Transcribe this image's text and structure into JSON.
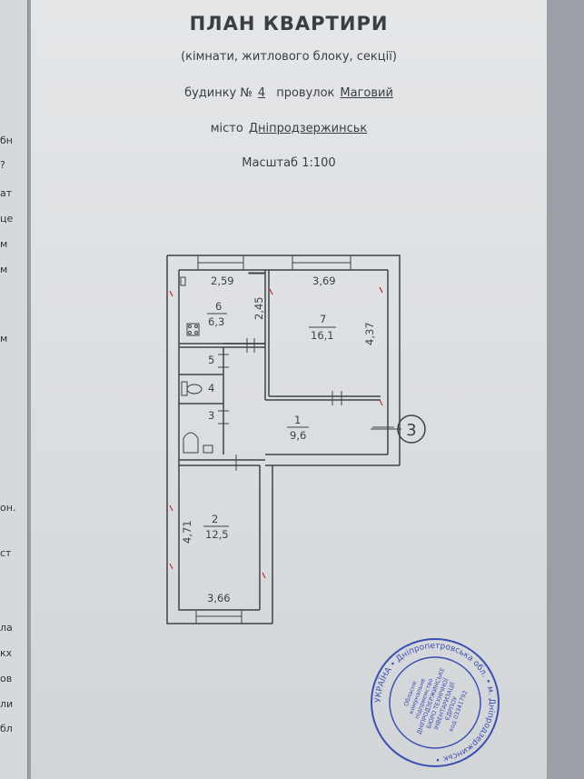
{
  "document": {
    "title": "ПЛАН КВАРТИРИ",
    "subtitle": "(кімнати, житлового блоку, секції)",
    "house_prefix": "будинку №",
    "house_number": "4",
    "street_prefix": "провулок",
    "street_name": "Маговий",
    "city_prefix": "місто",
    "city_name": "Дніпродзержинськ",
    "scale": "Масштаб 1:100"
  },
  "plan": {
    "rooms": [
      {
        "number": "6",
        "area": "6,3"
      },
      {
        "number": "7",
        "area": "16,1"
      },
      {
        "number": "5"
      },
      {
        "number": "4"
      },
      {
        "number": "3"
      },
      {
        "number": "1",
        "area": "9,6"
      },
      {
        "number": "2",
        "area": "12,5"
      }
    ],
    "dimensions": [
      "2,59",
      "3,69",
      "2,45",
      "4,37",
      "4,71",
      "3,66"
    ],
    "section_marker": "3"
  },
  "left_page_fragments": [
    "бн",
    "?",
    "ат",
    "це",
    "м",
    "м",
    "м",
    "он.",
    "ст",
    "ла",
    "кх",
    "ов",
    "ли",
    "бл"
  ],
  "stamp": {
    "text": "УКРАЇНА • Дніпропетровська обл. • м. Дніпродзержинськ •",
    "inner": [
      "Обласне",
      "комунальне",
      "підприємство",
      "ДНІПРОДЗЕРЖИНСЬКЕ",
      "БЮРО ТЕХНІЧНОЇ",
      "ІНВЕНТАРИЗАЦІЇ",
      "ЄДРПОУ",
      "код 03341792"
    ]
  },
  "colors": {
    "line": "#3e4248",
    "stamp": "#3d4fb0",
    "tick": "#c62828"
  }
}
